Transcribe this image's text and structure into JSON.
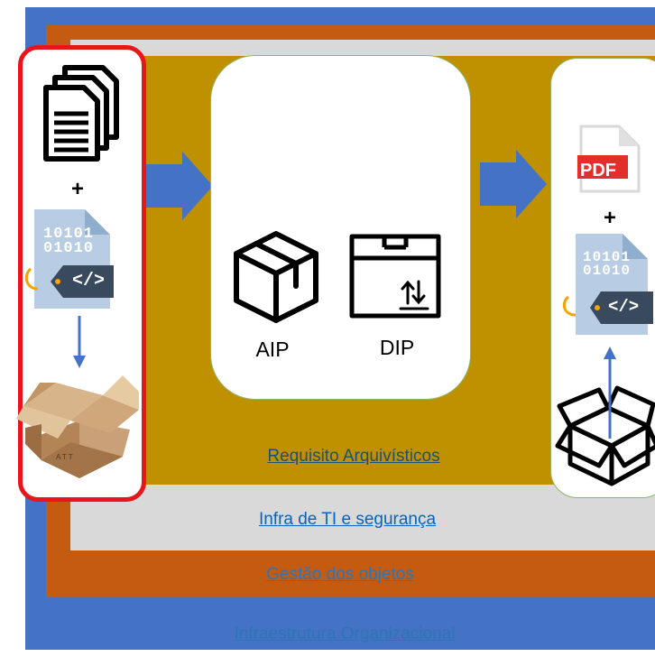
{
  "layers": {
    "requisito": "Requisito Arquivísticos",
    "infra_ti": "Infra de TI e segurança",
    "gestao": "Gestão dos objetos",
    "organizacional": "Infraestrutura Organizacional"
  },
  "sip": {
    "plus": "+",
    "binary_text": "10101",
    "binary_text2": "01010",
    "tag_text": "</>",
    "box_stamp": "A T T"
  },
  "packages": {
    "aip_label": "AIP",
    "dip_label": "DIP"
  },
  "dip_output": {
    "pdf_text": "PDF",
    "plus": "+",
    "binary_text": "10101",
    "binary_text2": "01010",
    "tag_text": "</>"
  },
  "colors": {
    "blue_layer": "#4472c4",
    "orange_layer": "#c55a11",
    "gray_layer": "#d9d9d9",
    "gold_layer": "#bf9000",
    "sip_border": "#e8151b",
    "arrow": "#4472c4"
  }
}
